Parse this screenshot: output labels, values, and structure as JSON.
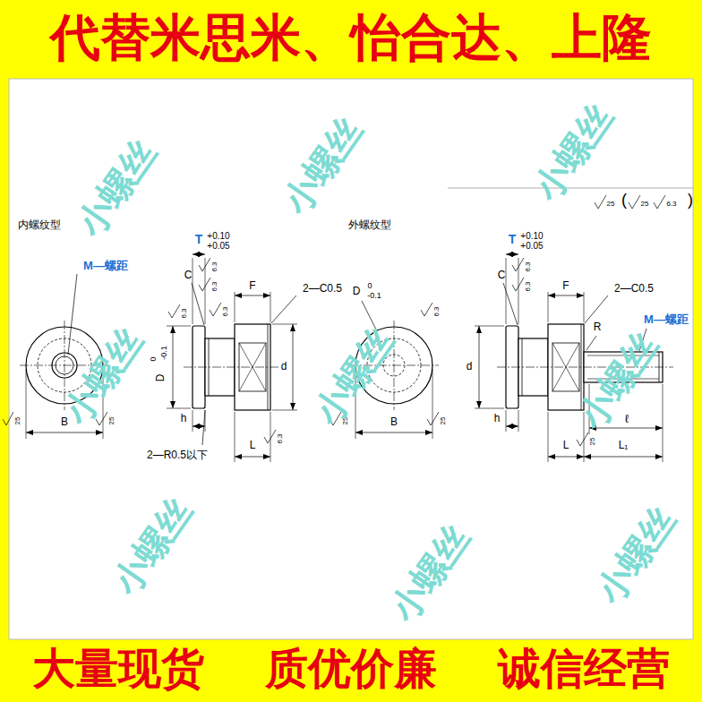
{
  "diagram": {
    "title": "代替米思米、怡合达、上隆",
    "labels": [
      "内螺纹型",
      "M—螺距",
      "T",
      "+0.10",
      "+0.05",
      "C",
      "6.3",
      "6.3",
      "F",
      "2—C0.5",
      "6.3",
      "D",
      "0",
      "-0.1",
      "6.3",
      "d",
      "B",
      "25",
      "25",
      "h",
      "2—R0.5以下",
      "L",
      "6.3",
      "外螺纹型",
      "D",
      "0",
      "-0.1",
      "6.3",
      "B",
      "25",
      "25",
      "d",
      "T",
      "+0.10",
      "+0.05",
      "C",
      "6.3",
      "6.3",
      "F",
      "2—C0.5",
      "R",
      "M—螺距",
      "h",
      "ℓ",
      "L",
      "L₁",
      "25",
      "25",
      "(",
      "25",
      "6.3",
      ")",
      "小螺丝",
      "小螺丝",
      "小螺丝",
      "小螺丝",
      "小螺丝",
      "小螺丝",
      "小螺丝",
      "小螺丝",
      "小螺丝",
      "大量现货",
      "质优价廉",
      "诚信经营"
    ]
  }
}
